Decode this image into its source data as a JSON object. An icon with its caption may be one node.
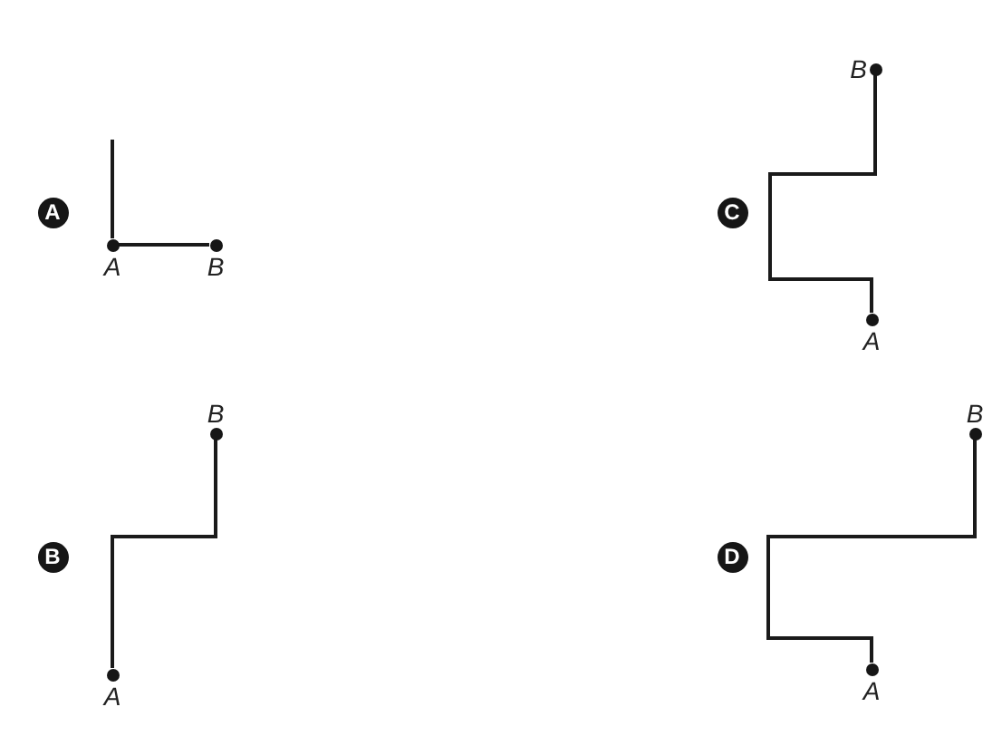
{
  "diagram": {
    "nodes": [
      {
        "text": [
          "A"
        ]
      },
      {
        "text": [],
        "shape": "circle",
        "beside": [
          "A"
        ]
      },
      {
        "text": [],
        "shape": "circle",
        "beside": [
          "B"
        ]
      },
      {
        "text": [],
        "shape": "circle",
        "beside": [
          "B"
        ]
      },
      {
        "text": [
          "C"
        ]
      },
      {
        "text": [],
        "shape": "circle",
        "beside": [
          "A"
        ]
      },
      {
        "text": [],
        "shape": "circle",
        "beside": [
          "B"
        ]
      },
      {
        "text": [
          "B"
        ]
      },
      {
        "text": [],
        "shape": "circle",
        "beside": [
          "A"
        ]
      },
      {
        "text": [],
        "shape": "circle",
        "beside": [
          "B"
        ]
      },
      {
        "text": [
          "D"
        ]
      },
      {
        "text": [],
        "shape": "circle",
        "beside": [
          "A"
        ]
      }
    ],
    "edges": [
      {
        "from": null,
        "to": 1,
        "arrow": "none"
      },
      {
        "from": 1,
        "to": 2,
        "arrow": "none"
      },
      {
        "from": 5,
        "to": 3,
        "arrow": "none"
      },
      {
        "from": 8,
        "to": 6,
        "arrow": "none"
      },
      {
        "from": 11,
        "to": 9,
        "arrow": "none"
      }
    ]
  }
}
